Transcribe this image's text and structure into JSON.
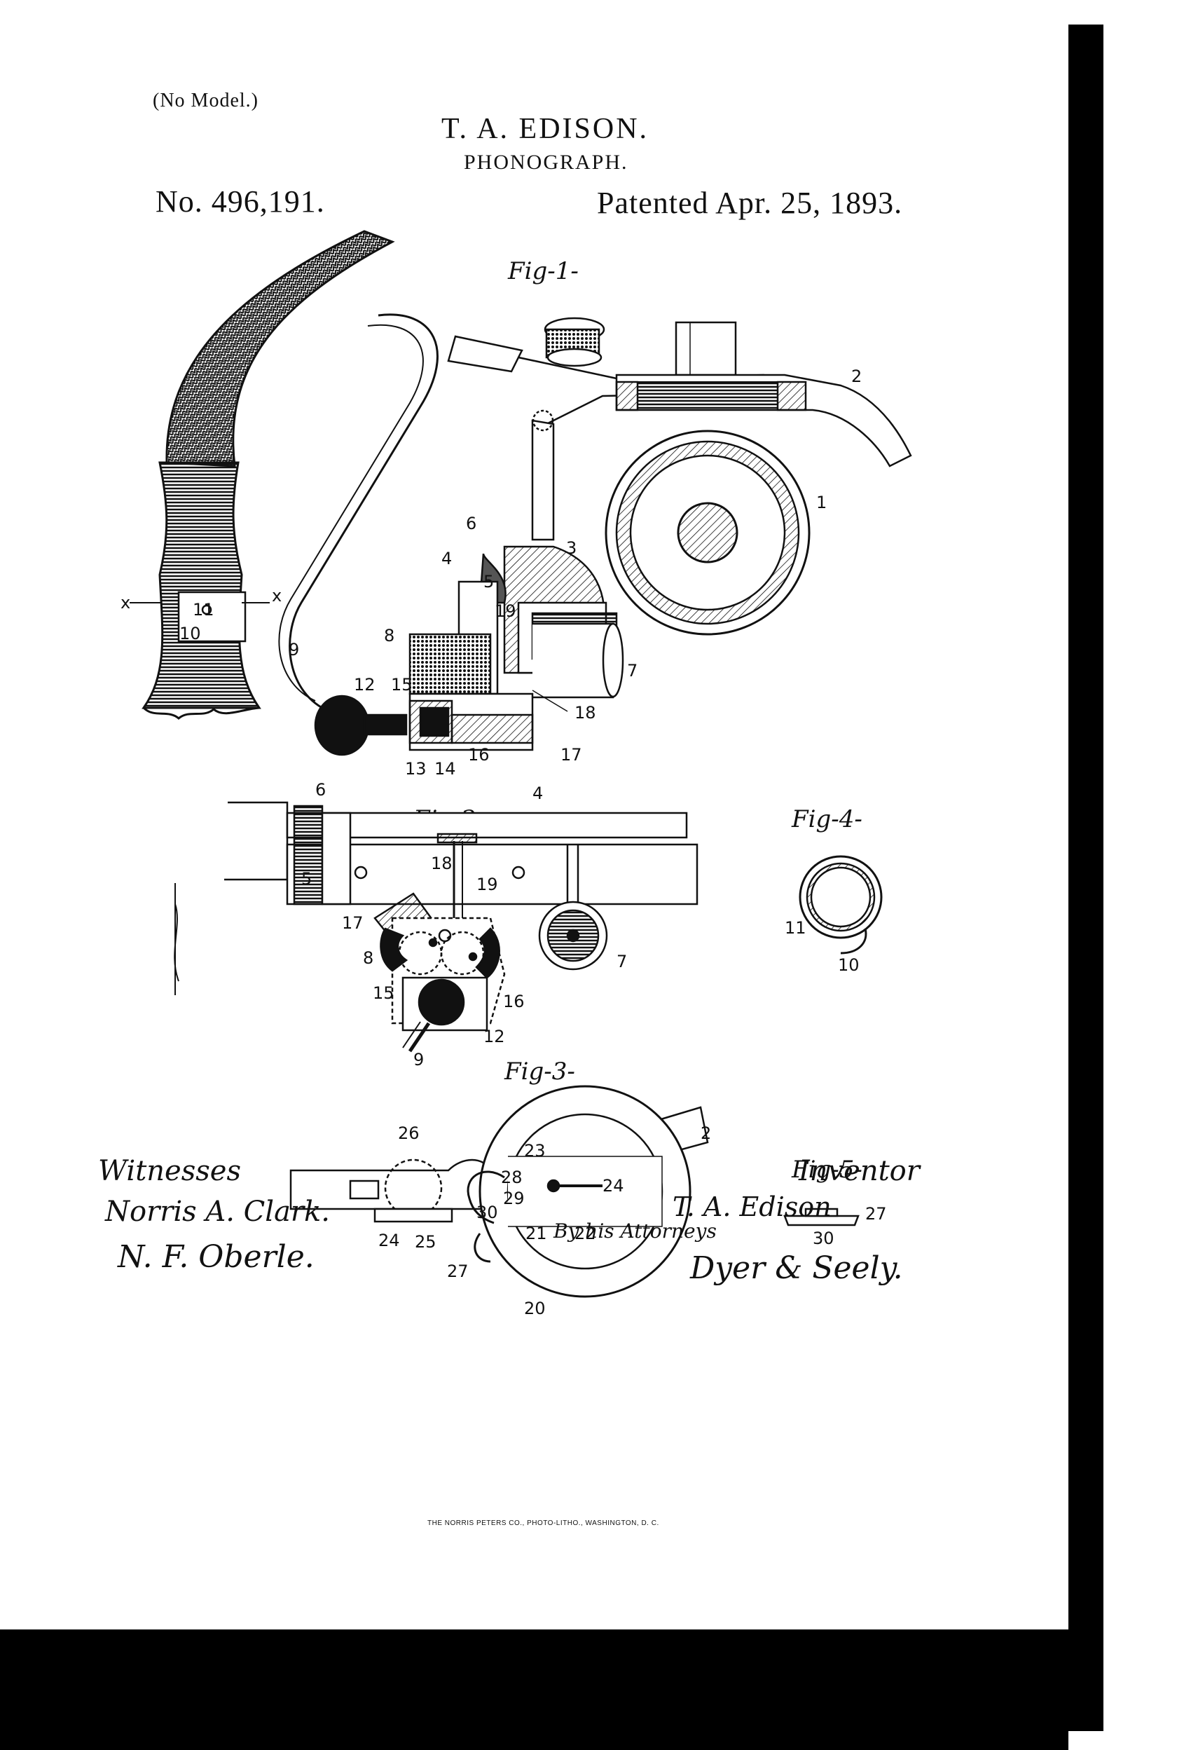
{
  "header": {
    "no_model": "(No Model.)",
    "inventor": "T. A. EDISON.",
    "title": "PHONOGRAPH.",
    "number": "No. 496,191.",
    "date": "Patented Apr. 25, 1893."
  },
  "figures": {
    "fig1": "Fig-1-",
    "fig2": "Fig-2-",
    "fig3": "Fig-3-",
    "fig4": "Fig-4-",
    "fig5": "Fig-5-"
  },
  "fig1_labels": {
    "l1": "1",
    "l2": "2",
    "l3": "3",
    "l4": "4",
    "l5": "5",
    "l6": "6",
    "l7": "7",
    "l8": "8",
    "l9": "9",
    "l10": "10",
    "l11": "11",
    "l12": "12",
    "l13": "13",
    "l14": "14",
    "l15": "15",
    "l16": "16",
    "l17": "17",
    "l18": "18",
    "l19": "19",
    "x_left": "x",
    "x_right": "x"
  },
  "fig2_labels": {
    "l4": "4",
    "l5": "5",
    "l6": "6",
    "l7": "7",
    "l8": "8",
    "l9": "9",
    "l12": "12",
    "l15": "15",
    "l16": "16",
    "l17": "17",
    "l18": "18",
    "l19": "19"
  },
  "fig3_labels": {
    "l2": "2",
    "l20": "20",
    "l21": "21",
    "l22": "22",
    "l23": "23",
    "l24": "24",
    "l25": "25",
    "l26": "26",
    "l27": "27",
    "l28": "28",
    "l29": "29",
    "l30": "30",
    "l24b": "24"
  },
  "fig4_labels": {
    "l10": "10",
    "l11": "11"
  },
  "fig5_labels": {
    "l27": "27",
    "l30": "30"
  },
  "signatures": {
    "witnesses_label": "Witnesses",
    "witness_1": "Norris A. Clark.",
    "witness_2": "N. F. Oberle.",
    "inventor_label": "Inventor",
    "inventor_signature": "T. A. Edison",
    "by_attorneys": "By his Attorneys",
    "attorney_signature": "Dyer & Seely."
  },
  "footer": {
    "printer_credit": "THE NORRIS PETERS CO., PHOTO-LITHO., WASHINGTON, D. C."
  }
}
